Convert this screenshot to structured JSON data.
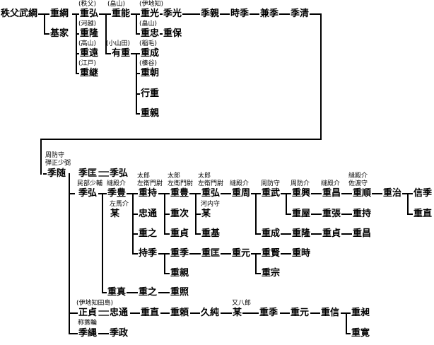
{
  "persons": {
    "p1": "秩父武綱",
    "p2": "重綱",
    "p3": "基家",
    "p4": "重弘",
    "p5": "重隆",
    "p6": "重遠",
    "p7": "重継",
    "p8": "重能",
    "p9": "有重",
    "p10": "重光",
    "p11": "重忠",
    "p12": "重成",
    "p13": "重朝",
    "p14": "行重",
    "p15": "重親",
    "p16": "季光",
    "p17": "重保",
    "p18": "季親",
    "p19": "時季",
    "p20": "兼季",
    "p21": "季清",
    "p22": "季随",
    "p23": "季匡",
    "p24": "季弘",
    "p25": "季弘",
    "p26": "季豊",
    "p27": "某",
    "p28": "重持",
    "p29": "忠通",
    "p30": "重之",
    "p31": "持季",
    "p32": "重豊",
    "p33": "重次",
    "p34": "重貞",
    "p35": "重弘",
    "p36": "某",
    "p37": "重基",
    "p38": "重周",
    "p39": "重武",
    "p40": "重成",
    "p41": "重興",
    "p42": "重昌",
    "p43": "重順",
    "p44": "重治",
    "p45": "信季",
    "p46": "重直",
    "p47": "重屋",
    "p48": "重張",
    "p49": "重持",
    "p50": "重隆",
    "p51": "重貞",
    "p52": "重昌",
    "p53": "重季",
    "p54": "重匡",
    "p55": "重元",
    "p56": "重賢",
    "p57": "重時",
    "p58": "重宗",
    "p59": "重親",
    "p60": "重真",
    "p61": "重之",
    "p62": "重照",
    "p63": "正貞",
    "p64": "忠通",
    "p65": "重直",
    "p66": "重頼",
    "p67": "久純",
    "p68": "某",
    "p69": "重季",
    "p70": "重元",
    "p71": "重信",
    "p72": "重昶",
    "p73": "重寛",
    "p74": "季縄",
    "p75": "季政"
  },
  "titles": {
    "t1": "(秩父)",
    "t2": "(河越)",
    "t3": "(高山)",
    "t4": "(江戸)",
    "t5": "(畠山)",
    "t6": "(小山田)",
    "t7": "(伊地知)",
    "t8": "(畠山)",
    "t9": "(稲毛)",
    "t10": "(榛谷)",
    "t11": "周防守",
    "t12": "弾正少弼",
    "t13": "民部少輔",
    "t14": "縫殿介",
    "t15": "左馬介",
    "t16": "太郎",
    "t17": "左衛門尉",
    "t18": "太郎",
    "t19": "左衛門尉",
    "t20": "太郎",
    "t21": "左衛門尉",
    "t22": "河内守",
    "t23": "縫殿介",
    "t24": "周防守",
    "t25": "周防介",
    "t26": "縫殿介",
    "t27": "縫殿介",
    "t28": "佐渡守",
    "t29": "(伊地知田島)",
    "t30": "又八郎",
    "t31": "称蓑輪"
  }
}
